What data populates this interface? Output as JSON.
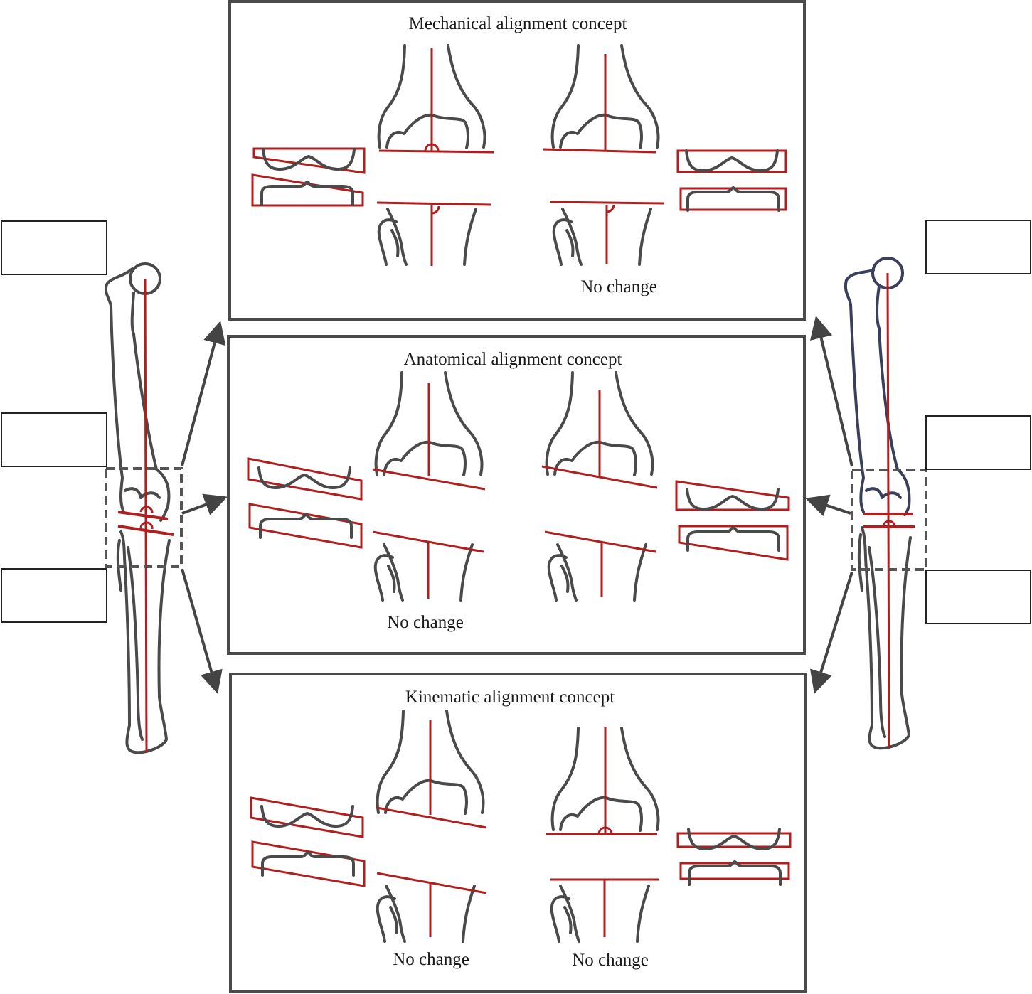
{
  "panels": [
    {
      "title": "Mechanical alignment concept",
      "notes": [
        "No change"
      ]
    },
    {
      "title": "Anatomical alignment concept",
      "notes": [
        "No change"
      ]
    },
    {
      "title": "Kinematic alignment concept",
      "notes": [
        "No change",
        "No change"
      ]
    }
  ],
  "label_boxes": {
    "left": [
      "",
      "",
      ""
    ],
    "right": [
      "",
      "",
      ""
    ]
  },
  "colors": {
    "axis": "#b01e1e",
    "bone": "#4a4a4a",
    "bone_alt": "#3a3f5c",
    "frame": "#4a4a4a"
  }
}
